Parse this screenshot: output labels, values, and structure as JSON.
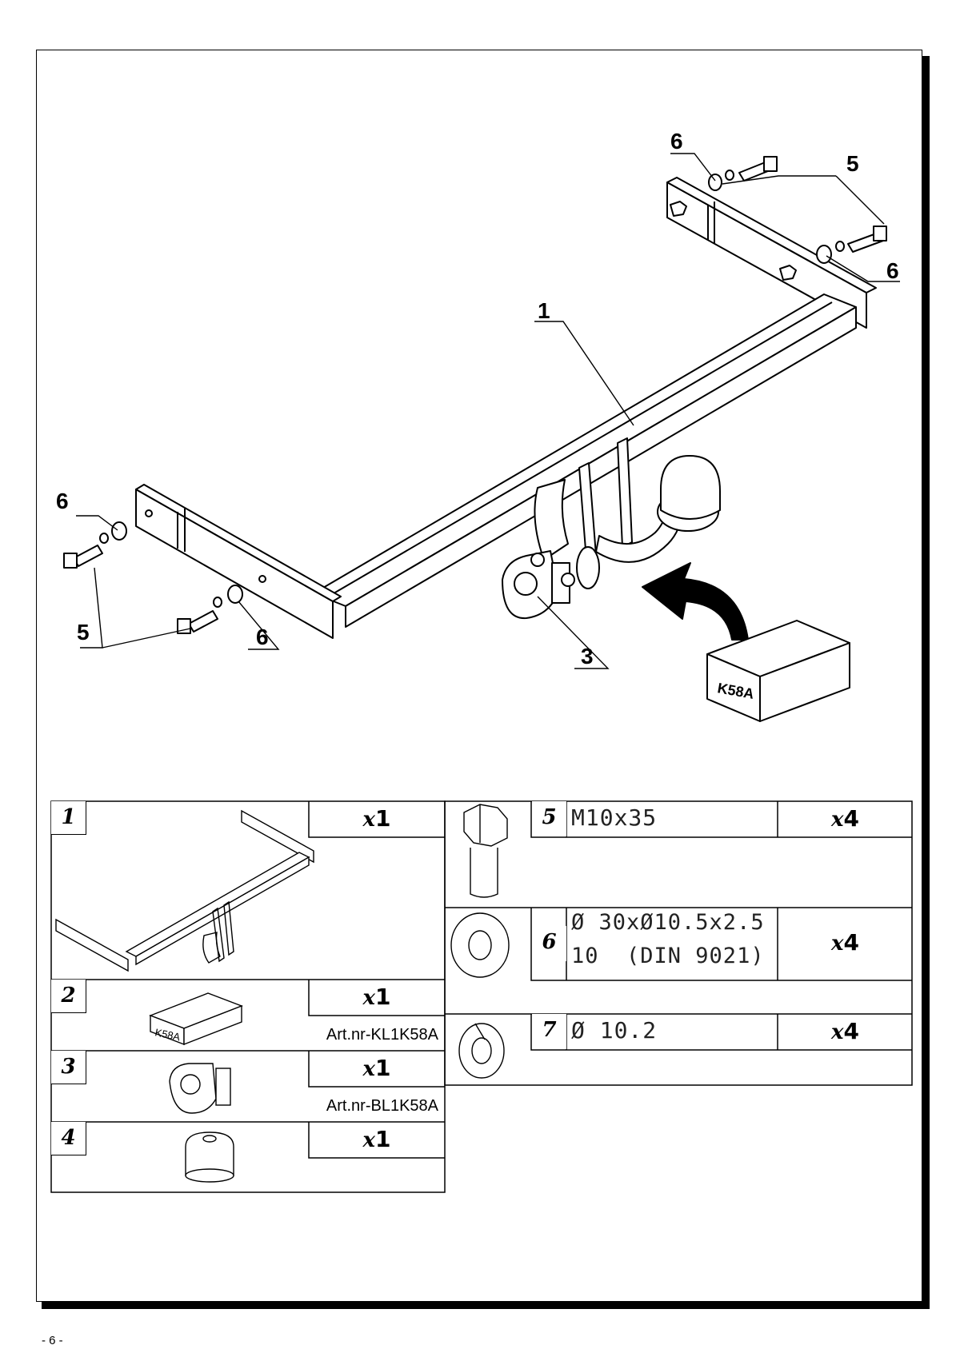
{
  "drawing_labels": {
    "l1": "1",
    "l3": "3",
    "l5a": "5",
    "l5b": "5",
    "l6a": "6",
    "l6b": "6",
    "l6c": "6",
    "l6d": "6",
    "box_label": "K58A"
  },
  "parts_left": [
    {
      "num": "1",
      "qty": "1"
    },
    {
      "num": "2",
      "qty": "1",
      "article": "Art.nr-KL1K58A",
      "box_label": "K58A"
    },
    {
      "num": "3",
      "qty": "1",
      "article": "Art.nr-BL1K58A"
    },
    {
      "num": "4",
      "qty": "1"
    }
  ],
  "parts_right": [
    {
      "num": "5",
      "spec": "M10x35",
      "qty": "4"
    },
    {
      "num": "6",
      "spec_line1": "Ø 30xØ10.5x2.5",
      "spec_line2": "10  (DIN 9021)",
      "qty": "4"
    },
    {
      "num": "7",
      "spec": "Ø 10.2",
      "qty": "4"
    }
  ],
  "qty_prefix": "x",
  "page_number": "- 6 -"
}
